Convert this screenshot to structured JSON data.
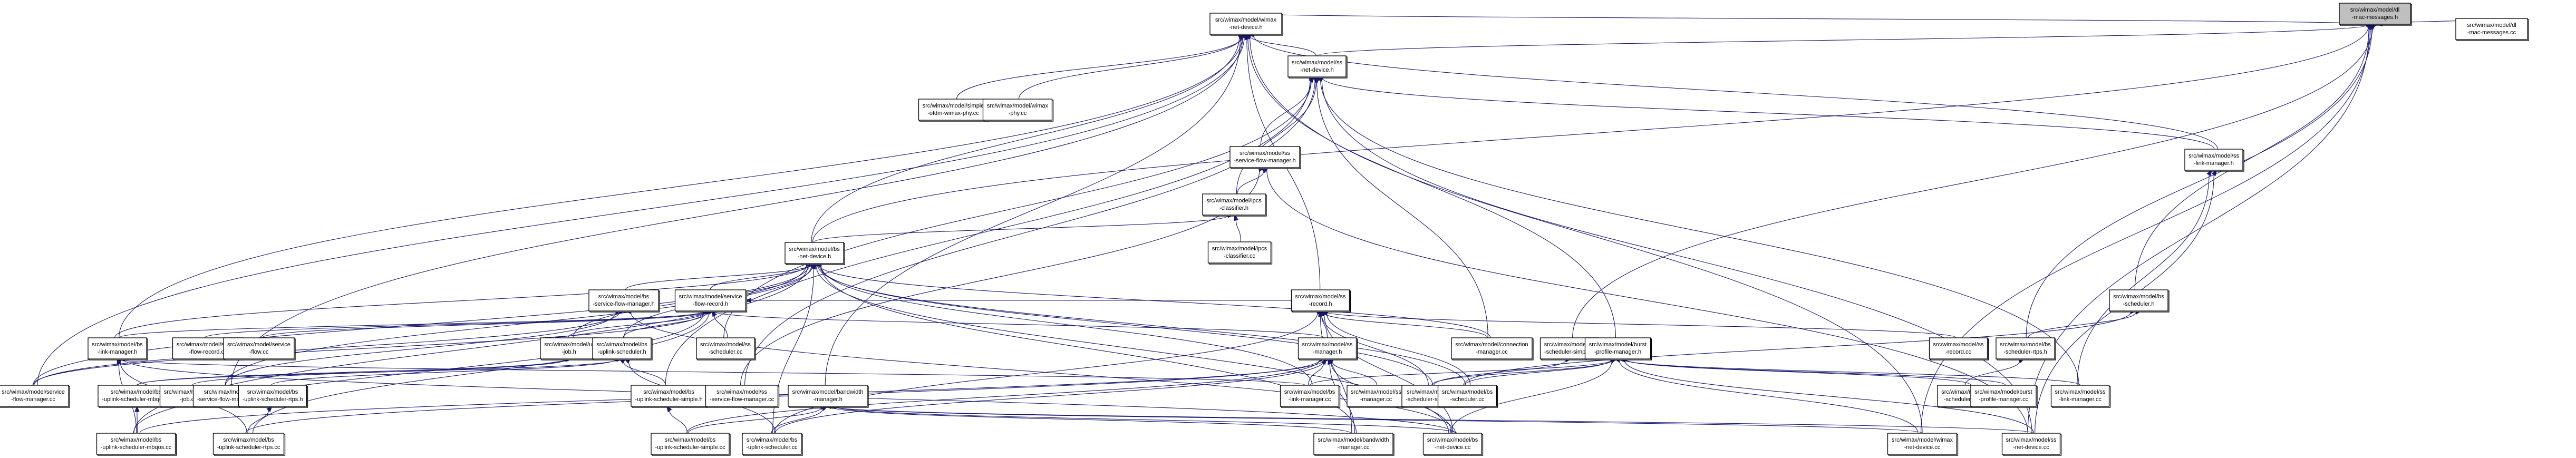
{
  "diagram": {
    "title": "Include dependency graph for src/wimax/model/dl-mac-messages.h",
    "edge_color": "#191970",
    "root_fill": "#bfbfbf",
    "nodes": [
      {
        "id": "dl_mac_messages_h",
        "lines": [
          "src/wimax/model/dl",
          "-mac-messages.h"
        ],
        "root": true
      },
      {
        "id": "wimax_net_device_h",
        "lines": [
          "src/wimax/model/wimax",
          "-net-device.h"
        ]
      },
      {
        "id": "dl_mac_messages_cc",
        "lines": [
          "src/wimax/model/dl",
          "-mac-messages.cc"
        ]
      },
      {
        "id": "simple_ofdm_wimax_phy_cc",
        "lines": [
          "src/wimax/model/simple",
          "-ofdm-wimax-phy.cc"
        ]
      },
      {
        "id": "wimax_phy_cc",
        "lines": [
          "src/wimax/model/wimax",
          "-phy.cc"
        ]
      },
      {
        "id": "ss_net_device_h",
        "lines": [
          "src/wimax/model/ss",
          "-net-device.h"
        ]
      },
      {
        "id": "ss_service_flow_manager_h",
        "lines": [
          "src/wimax/model/ss",
          "-service-flow-manager.h"
        ]
      },
      {
        "id": "ipcs_classifier_h",
        "lines": [
          "src/wimax/model/ipcs",
          "-classifier.h"
        ]
      },
      {
        "id": "ipcs_classifier_cc",
        "lines": [
          "src/wimax/model/ipcs",
          "-classifier.cc"
        ]
      },
      {
        "id": "ss_link_manager_h",
        "lines": [
          "src/wimax/model/ss",
          "-link-manager.h"
        ]
      },
      {
        "id": "bs_net_device_h",
        "lines": [
          "src/wimax/model/bs",
          "-net-device.h"
        ]
      },
      {
        "id": "bs_service_flow_manager_h",
        "lines": [
          "src/wimax/model/bs",
          "-service-flow-manager.h"
        ]
      },
      {
        "id": "service_flow_record_h",
        "lines": [
          "src/wimax/model/service",
          "-flow-record.h"
        ]
      },
      {
        "id": "ss_record_h",
        "lines": [
          "src/wimax/model/ss",
          "-record.h"
        ]
      },
      {
        "id": "bs_scheduler_h",
        "lines": [
          "src/wimax/model/bs",
          "-scheduler.h"
        ]
      },
      {
        "id": "bs_link_manager_h",
        "lines": [
          "src/wimax/model/bs",
          "-link-manager.h"
        ]
      },
      {
        "id": "service_flow_record_cc",
        "lines": [
          "src/wimax/model/service",
          "-flow-record.cc"
        ]
      },
      {
        "id": "service_flow_cc",
        "lines": [
          "src/wimax/model/service",
          "-flow.cc"
        ]
      },
      {
        "id": "ul_job_h",
        "lines": [
          "src/wimax/model/ul",
          "-job.h"
        ]
      },
      {
        "id": "bs_uplink_scheduler_h",
        "lines": [
          "src/wimax/model/bs",
          "-uplink-scheduler.h"
        ]
      },
      {
        "id": "ss_scheduler_cc",
        "lines": [
          "src/wimax/model/ss",
          "-scheduler.cc"
        ]
      },
      {
        "id": "ss_manager_h",
        "lines": [
          "src/wimax/model/ss",
          "-manager.h"
        ]
      },
      {
        "id": "connection_manager_cc",
        "lines": [
          "src/wimax/model/connection",
          "-manager.cc"
        ]
      },
      {
        "id": "bs_scheduler_simple_h",
        "lines": [
          "src/wimax/model/bs",
          "-scheduler-simple.h"
        ]
      },
      {
        "id": "burst_profile_manager_h",
        "lines": [
          "src/wimax/model/burst",
          "-profile-manager.h"
        ]
      },
      {
        "id": "ss_record_cc",
        "lines": [
          "src/wimax/model/ss",
          "-record.cc"
        ]
      },
      {
        "id": "bs_scheduler_rtps_h",
        "lines": [
          "src/wimax/model/bs",
          "-scheduler-rtps.h"
        ]
      },
      {
        "id": "service_flow_manager_cc",
        "lines": [
          "src/wimax/model/service",
          "-flow-manager.cc"
        ]
      },
      {
        "id": "bs_uplink_scheduler_mbqos_h",
        "lines": [
          "src/wimax/model/bs",
          "-uplink-scheduler-mbqos.h"
        ]
      },
      {
        "id": "ul_job_cc",
        "lines": [
          "src/wimax/model/ul",
          "-job.cc"
        ]
      },
      {
        "id": "bs_service_flow_manager_cc",
        "lines": [
          "src/wimax/model/bs",
          "-service-flow-manager.cc"
        ]
      },
      {
        "id": "bs_uplink_scheduler_rtps_h",
        "lines": [
          "src/wimax/model/bs",
          "-uplink-scheduler-rtps.h"
        ]
      },
      {
        "id": "bs_uplink_scheduler_simple_h",
        "lines": [
          "src/wimax/model/bs",
          "-uplink-scheduler-simple.h"
        ]
      },
      {
        "id": "ss_service_flow_manager_cc",
        "lines": [
          "src/wimax/model/ss",
          "-service-flow-manager.cc"
        ]
      },
      {
        "id": "bandwidth_manager_h",
        "lines": [
          "src/wimax/model/bandwidth",
          "-manager.h"
        ]
      },
      {
        "id": "bs_link_manager_cc",
        "lines": [
          "src/wimax/model/bs",
          "-link-manager.cc"
        ]
      },
      {
        "id": "ss_manager_cc",
        "lines": [
          "src/wimax/model/ss",
          "-manager.cc"
        ]
      },
      {
        "id": "bs_scheduler_simple_cc",
        "lines": [
          "src/wimax/model/bs",
          "-scheduler-simple.cc"
        ]
      },
      {
        "id": "bs_scheduler_cc",
        "lines": [
          "src/wimax/model/bs",
          "-scheduler.cc"
        ]
      },
      {
        "id": "bs_scheduler_rtps_cc",
        "lines": [
          "src/wimax/model/bs",
          "-scheduler-rtps.cc"
        ]
      },
      {
        "id": "burst_profile_manager_cc",
        "lines": [
          "src/wimax/model/burst",
          "-profile-manager.cc"
        ]
      },
      {
        "id": "ss_link_manager_cc",
        "lines": [
          "src/wimax/model/ss",
          "-link-manager.cc"
        ]
      },
      {
        "id": "bs_uplink_scheduler_mbqos_cc",
        "lines": [
          "src/wimax/model/bs",
          "-uplink-scheduler-mbqos.cc"
        ]
      },
      {
        "id": "bs_uplink_scheduler_rtps_cc",
        "lines": [
          "src/wimax/model/bs",
          "-uplink-scheduler-rtps.cc"
        ]
      },
      {
        "id": "bs_uplink_scheduler_simple_cc",
        "lines": [
          "src/wimax/model/bs",
          "-uplink-scheduler-simple.cc"
        ]
      },
      {
        "id": "bs_uplink_scheduler_cc",
        "lines": [
          "src/wimax/model/bs",
          "-uplink-scheduler.cc"
        ]
      },
      {
        "id": "bandwidth_manager_cc",
        "lines": [
          "src/wimax/model/bandwidth",
          "-manager.cc"
        ]
      },
      {
        "id": "bs_net_device_cc",
        "lines": [
          "src/wimax/model/bs",
          "-net-device.cc"
        ]
      },
      {
        "id": "wimax_net_device_cc",
        "lines": [
          "src/wimax/model/wimax",
          "-net-device.cc"
        ]
      },
      {
        "id": "ss_net_device_cc",
        "lines": [
          "src/wimax/model/ss",
          "-net-device.cc"
        ]
      }
    ],
    "edges": [
      [
        "wimax_net_device_h",
        "dl_mac_messages_h"
      ],
      [
        "dl_mac_messages_cc",
        "dl_mac_messages_h"
      ],
      [
        "ss_net_device_h",
        "dl_mac_messages_h"
      ],
      [
        "bs_net_device_h",
        "dl_mac_messages_h"
      ],
      [
        "bs_scheduler_h",
        "dl_mac_messages_h"
      ],
      [
        "bs_scheduler_simple_h",
        "dl_mac_messages_h"
      ],
      [
        "bs_scheduler_rtps_h",
        "dl_mac_messages_h"
      ],
      [
        "wimax_net_device_cc",
        "dl_mac_messages_h"
      ],
      [
        "ss_net_device_cc",
        "dl_mac_messages_h"
      ],
      [
        "simple_ofdm_wimax_phy_cc",
        "wimax_net_device_h"
      ],
      [
        "wimax_phy_cc",
        "wimax_net_device_h"
      ],
      [
        "ss_net_device_h",
        "wimax_net_device_h"
      ],
      [
        "bs_net_device_h",
        "wimax_net_device_h"
      ],
      [
        "ss_link_manager_h",
        "wimax_net_device_h"
      ],
      [
        "bs_link_manager_h",
        "wimax_net_device_h"
      ],
      [
        "ss_record_h",
        "wimax_net_device_h"
      ],
      [
        "bandwidth_manager_h",
        "wimax_net_device_h"
      ],
      [
        "service_flow_manager_cc",
        "wimax_net_device_h"
      ],
      [
        "bs_service_flow_manager_cc",
        "wimax_net_device_h"
      ],
      [
        "wimax_net_device_cc",
        "wimax_net_device_h"
      ],
      [
        "burst_profile_manager_h",
        "wimax_net_device_h"
      ],
      [
        "ss_service_flow_manager_h",
        "ss_net_device_h"
      ],
      [
        "ipcs_classifier_h",
        "ss_net_device_h"
      ],
      [
        "ss_link_manager_h",
        "ss_net_device_h"
      ],
      [
        "ss_scheduler_cc",
        "ss_net_device_h"
      ],
      [
        "connection_manager_cc",
        "ss_net_device_h"
      ],
      [
        "ss_service_flow_manager_cc",
        "ss_net_device_h"
      ],
      [
        "ss_net_device_cc",
        "ss_net_device_h"
      ],
      [
        "ss_link_manager_cc",
        "ss_net_device_h"
      ],
      [
        "bs_uplink_scheduler_simple_h",
        "ss_net_device_h"
      ],
      [
        "ipcs_classifier_h",
        "ss_service_flow_manager_h"
      ],
      [
        "ipcs_classifier_cc",
        "ipcs_classifier_h"
      ],
      [
        "bs_net_device_h",
        "ipcs_classifier_h"
      ],
      [
        "ss_link_manager_cc",
        "ss_link_manager_h"
      ],
      [
        "ss_net_device_cc",
        "ss_link_manager_h"
      ],
      [
        "bs_service_flow_manager_h",
        "bs_net_device_h"
      ],
      [
        "service_flow_record_h",
        "bs_net_device_h"
      ],
      [
        "bs_link_manager_h",
        "bs_net_device_h"
      ],
      [
        "ul_job_h",
        "bs_net_device_h"
      ],
      [
        "bs_uplink_scheduler_h",
        "bs_net_device_h"
      ],
      [
        "service_flow_manager_cc",
        "bs_net_device_h"
      ],
      [
        "bs_uplink_scheduler_mbqos_cc",
        "bs_net_device_h"
      ],
      [
        "bs_service_flow_manager_cc",
        "bs_net_device_h"
      ],
      [
        "bs_link_manager_cc",
        "bs_net_device_h"
      ],
      [
        "bs_scheduler_simple_cc",
        "bs_net_device_h"
      ],
      [
        "bs_scheduler_cc",
        "bs_net_device_h"
      ],
      [
        "bs_net_device_cc",
        "bs_net_device_h"
      ],
      [
        "bandwidth_manager_cc",
        "bs_net_device_h"
      ],
      [
        "bs_uplink_scheduler_cc",
        "bs_net_device_h"
      ],
      [
        "connection_manager_cc",
        "bs_net_device_h"
      ],
      [
        "service_flow_record_cc",
        "service_flow_record_h"
      ],
      [
        "service_flow_cc",
        "service_flow_record_h"
      ],
      [
        "bs_uplink_scheduler_h",
        "service_flow_record_h"
      ],
      [
        "ul_job_h",
        "service_flow_record_h"
      ],
      [
        "ss_manager_h",
        "service_flow_record_h"
      ],
      [
        "ss_record_h",
        "service_flow_record_h"
      ],
      [
        "bs_link_manager_h",
        "service_flow_record_h"
      ],
      [
        "service_flow_manager_cc",
        "service_flow_record_h"
      ],
      [
        "bs_uplink_scheduler_mbqos_cc",
        "service_flow_record_h"
      ],
      [
        "bs_uplink_scheduler_rtps_cc",
        "service_flow_record_h"
      ],
      [
        "ss_scheduler_cc",
        "service_flow_record_h"
      ],
      [
        "ss_manager_h",
        "ss_record_h"
      ],
      [
        "ss_record_cc",
        "ss_record_h"
      ],
      [
        "connection_manager_cc",
        "ss_record_h"
      ],
      [
        "bs_uplink_scheduler_cc",
        "ss_record_h"
      ],
      [
        "bs_net_device_cc",
        "ss_record_h"
      ],
      [
        "bandwidth_manager_cc",
        "ss_record_h"
      ],
      [
        "bs_scheduler_simple_cc",
        "ss_record_h"
      ],
      [
        "bs_scheduler_cc",
        "ss_record_h"
      ],
      [
        "ss_manager_cc",
        "ss_manager_h"
      ],
      [
        "bs_link_manager_cc",
        "ss_manager_h"
      ],
      [
        "bs_uplink_scheduler_simple_cc",
        "ss_manager_h"
      ],
      [
        "bs_uplink_scheduler_cc",
        "ss_manager_h"
      ],
      [
        "bandwidth_manager_cc",
        "ss_manager_h"
      ],
      [
        "bs_net_device_cc",
        "ss_manager_h"
      ],
      [
        "bs_uplink_scheduler_rtps_cc",
        "ss_manager_h"
      ],
      [
        "bs_uplink_scheduler_mbqos_cc",
        "ss_manager_h"
      ],
      [
        "bs_scheduler_simple_cc",
        "bs_scheduler_simple_h"
      ],
      [
        "bs_scheduler_simple_cc",
        "burst_profile_manager_h"
      ],
      [
        "bs_scheduler_cc",
        "burst_profile_manager_h"
      ],
      [
        "bs_scheduler_rtps_cc",
        "burst_profile_manager_h"
      ],
      [
        "burst_profile_manager_cc",
        "burst_profile_manager_h"
      ],
      [
        "ss_link_manager_cc",
        "burst_profile_manager_h"
      ],
      [
        "bs_net_device_cc",
        "burst_profile_manager_h"
      ],
      [
        "wimax_net_device_cc",
        "burst_profile_manager_h"
      ],
      [
        "ss_net_device_cc",
        "burst_profile_manager_h"
      ],
      [
        "bs_link_manager_cc",
        "burst_profile_manager_h"
      ],
      [
        "bs_scheduler_rtps_cc",
        "bs_scheduler_rtps_h"
      ],
      [
        "bs_scheduler_cc",
        "bs_scheduler_h"
      ],
      [
        "bs_scheduler_rtps_h",
        "bs_scheduler_h"
      ],
      [
        "bs_uplink_scheduler_mbqos_h",
        "bs_uplink_scheduler_h"
      ],
      [
        "bs_uplink_scheduler_rtps_h",
        "bs_uplink_scheduler_h"
      ],
      [
        "bs_uplink_scheduler_simple_h",
        "bs_uplink_scheduler_h"
      ],
      [
        "bs_uplink_scheduler_cc",
        "bs_uplink_scheduler_h"
      ],
      [
        "bs_uplink_scheduler_mbqos_cc",
        "bs_uplink_scheduler_mbqos_h"
      ],
      [
        "bs_uplink_scheduler_rtps_cc",
        "bs_uplink_scheduler_rtps_h"
      ],
      [
        "bs_uplink_scheduler_simple_cc",
        "bs_uplink_scheduler_simple_h"
      ],
      [
        "ul_job_cc",
        "ul_job_h"
      ],
      [
        "bs_uplink_scheduler_mbqos_h",
        "ul_job_h"
      ],
      [
        "bs_uplink_scheduler_cc",
        "bandwidth_manager_h"
      ],
      [
        "bandwidth_manager_cc",
        "bandwidth_manager_h"
      ],
      [
        "bs_net_device_cc",
        "bandwidth_manager_h"
      ],
      [
        "ss_net_device_cc",
        "bandwidth_manager_h"
      ],
      [
        "wimax_net_device_cc",
        "bandwidth_manager_h"
      ],
      [
        "bs_uplink_scheduler_simple_cc",
        "bandwidth_manager_h"
      ],
      [
        "bs_link_manager_cc",
        "bs_link_manager_h"
      ],
      [
        "bs_net_device_cc",
        "bs_link_manager_h"
      ],
      [
        "bs_uplink_scheduler_mbqos_cc",
        "bs_link_manager_h"
      ],
      [
        "bs_uplink_scheduler_rtps_cc",
        "bs_link_manager_h"
      ],
      [
        "bs_service_flow_manager_cc",
        "bs_service_flow_manager_h"
      ],
      [
        "bs_net_device_cc",
        "bs_service_flow_manager_h"
      ],
      [
        "service_flow_manager_cc",
        "bs_service_flow_manager_h"
      ],
      [
        "ss_service_flow_manager_cc",
        "ss_service_flow_manager_h"
      ],
      [
        "ss_net_device_cc",
        "ss_service_flow_manager_h"
      ]
    ]
  }
}
